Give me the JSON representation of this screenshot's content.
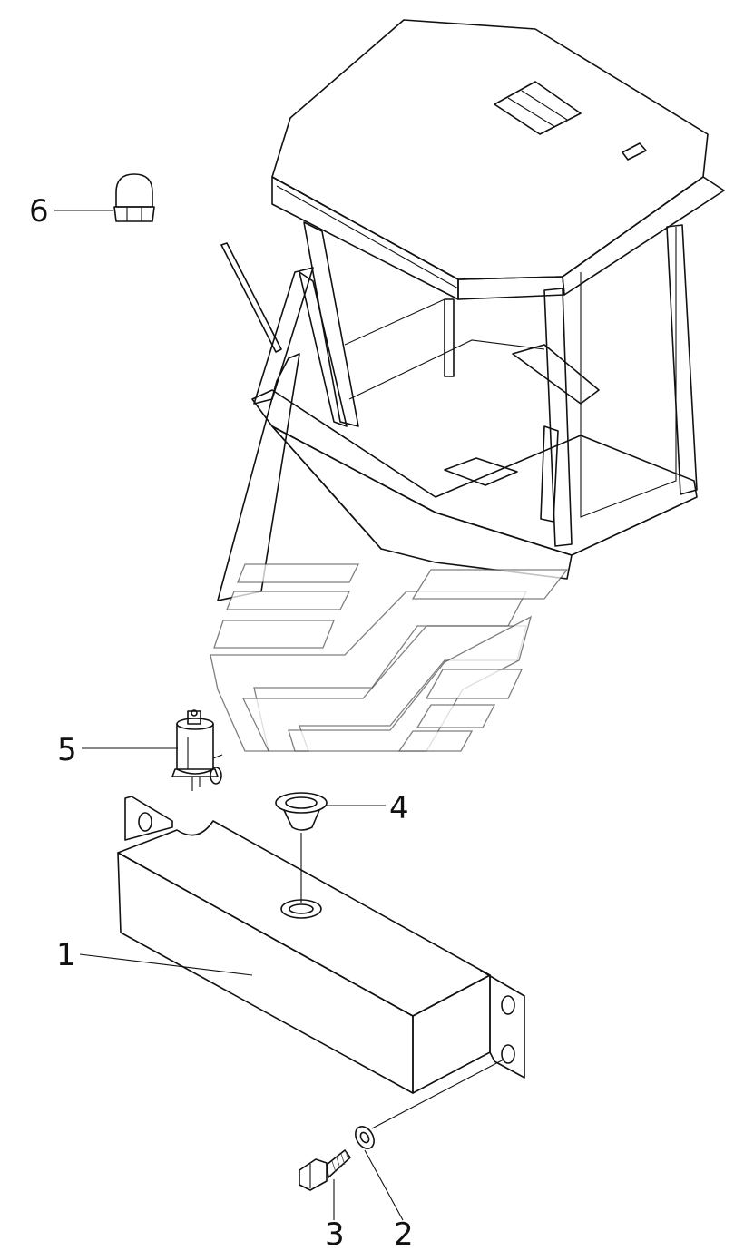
{
  "callouts": [
    {
      "id": "callout-1",
      "text": "1"
    },
    {
      "id": "callout-2",
      "text": "2"
    },
    {
      "id": "callout-3",
      "text": "3"
    },
    {
      "id": "callout-4",
      "text": "4"
    },
    {
      "id": "callout-5",
      "text": "5"
    },
    {
      "id": "callout-6",
      "text": "6"
    }
  ]
}
